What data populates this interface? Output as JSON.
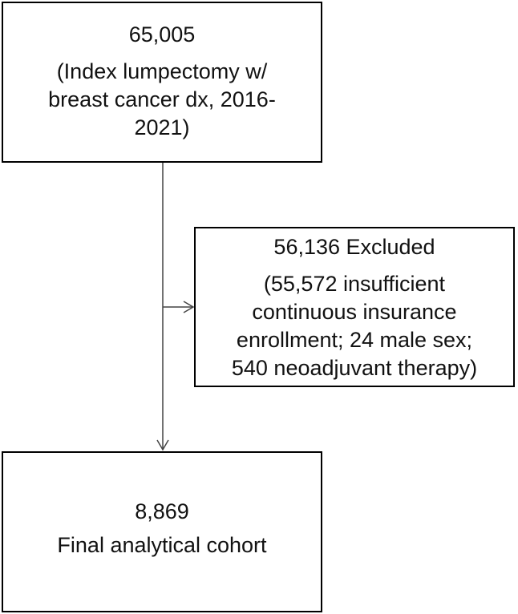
{
  "top_box": {
    "count": "65,005",
    "detail_lines": [
      "(Index lumpectomy w/",
      "breast cancer dx, 2016-",
      "2021)"
    ]
  },
  "excluded_box": {
    "count": "56,136 Excluded",
    "detail_lines": [
      "(55,572 insufficient",
      "continuous insurance",
      "enrollment; 24 male sex;",
      "540 neoadjuvant therapy)"
    ]
  },
  "final_box": {
    "count": "8,869",
    "label": "Final analytical cohort"
  },
  "colors": {
    "border": "#000000",
    "arrow": "#444444",
    "text": "#111111",
    "background": "#ffffff"
  }
}
